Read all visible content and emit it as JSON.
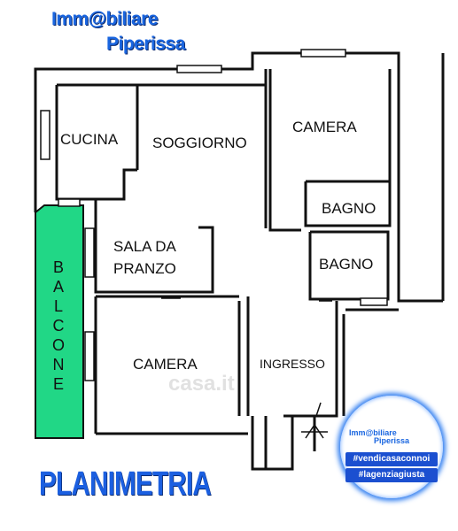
{
  "brand": {
    "line1": "Imm@biliare",
    "line2": "Piperissa"
  },
  "rooms": {
    "cucina": "CUCINA",
    "soggiorno": "SOGGIORNO",
    "camera_top": "CAMERA",
    "bagno_1": "BAGNO",
    "bagno_2": "BAGNO",
    "sala_line1": "SALA DA",
    "sala_line2": "PRANZO",
    "camera_bottom": "CAMERA",
    "ingresso": "INGRESSO"
  },
  "balcone": [
    "B",
    "A",
    "L",
    "C",
    "O",
    "N",
    "E"
  ],
  "title": "PLANIMETRIA",
  "badge": {
    "brand_line1": "Imm@biliare",
    "brand_line2": "Piperissa",
    "tag1": "#vendicasaconnoi",
    "tag2": "#lagenziagiusta"
  },
  "watermark": "casa.it",
  "colors": {
    "balcone_fill": "#21d786",
    "brand_blue": "#1a66e0",
    "wall": "#111111"
  }
}
